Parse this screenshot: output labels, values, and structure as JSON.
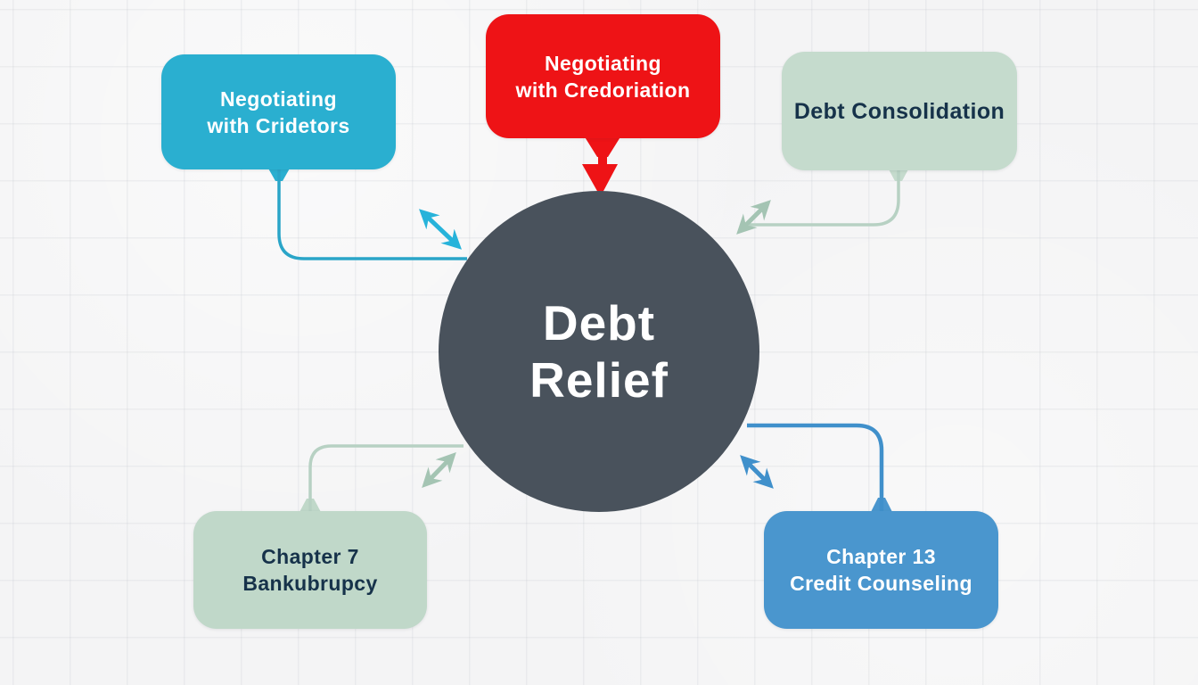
{
  "diagram": {
    "title": "Debt Relief",
    "background_color": "#f4f4f5",
    "center": {
      "id": "debt-relief",
      "lines": [
        "Debt",
        "Relief"
      ],
      "color": "#49525c",
      "text_color": "#ffffff",
      "shape": "circle"
    },
    "nodes": [
      {
        "id": "negotiating-with-cridetors",
        "position": "top-left",
        "lines": [
          "Negotiating",
          "with Cridetors"
        ],
        "color": "#2aafd0",
        "text_color": "#ffffff",
        "connector_color": "#2aa5c8",
        "arrow_color": "#27b3da",
        "connector_style": "elbow-line-with-double-arrow"
      },
      {
        "id": "negotiating-with-credoriation",
        "position": "top-center",
        "lines": [
          "Negotiating",
          "with Credoriation"
        ],
        "color": "#ee1316",
        "text_color": "#ffffff",
        "connector_color": "#ee1316",
        "arrow_color": "#ee1316",
        "connector_style": "straight-single-arrow-down"
      },
      {
        "id": "debt-consolidation",
        "position": "top-right",
        "lines": [
          "Debt Consolidation"
        ],
        "color": "#c5dbcd",
        "text_color": "#16324a",
        "connector_color": "#b7d1c3",
        "arrow_color": "#a4c4b3",
        "connector_style": "elbow-line-with-double-arrow"
      },
      {
        "id": "chapter-7-bankubrupcy",
        "position": "bottom-left",
        "lines": [
          "Chapter 7",
          "Bankubrupcy"
        ],
        "color": "#c0d8c9",
        "text_color": "#16324a",
        "connector_color": "#b7d1c3",
        "arrow_color": "#a4c4b3",
        "connector_style": "elbow-line-with-double-arrow"
      },
      {
        "id": "chapter-13-credit-counseling",
        "position": "bottom-right",
        "lines": [
          "Chapter 13",
          "Credit Counseling"
        ],
        "color": "#4a96ce",
        "text_color": "#ffffff",
        "connector_color": "#4090cb",
        "arrow_color": "#4090cb",
        "connector_style": "elbow-line-with-double-arrow"
      }
    ]
  }
}
